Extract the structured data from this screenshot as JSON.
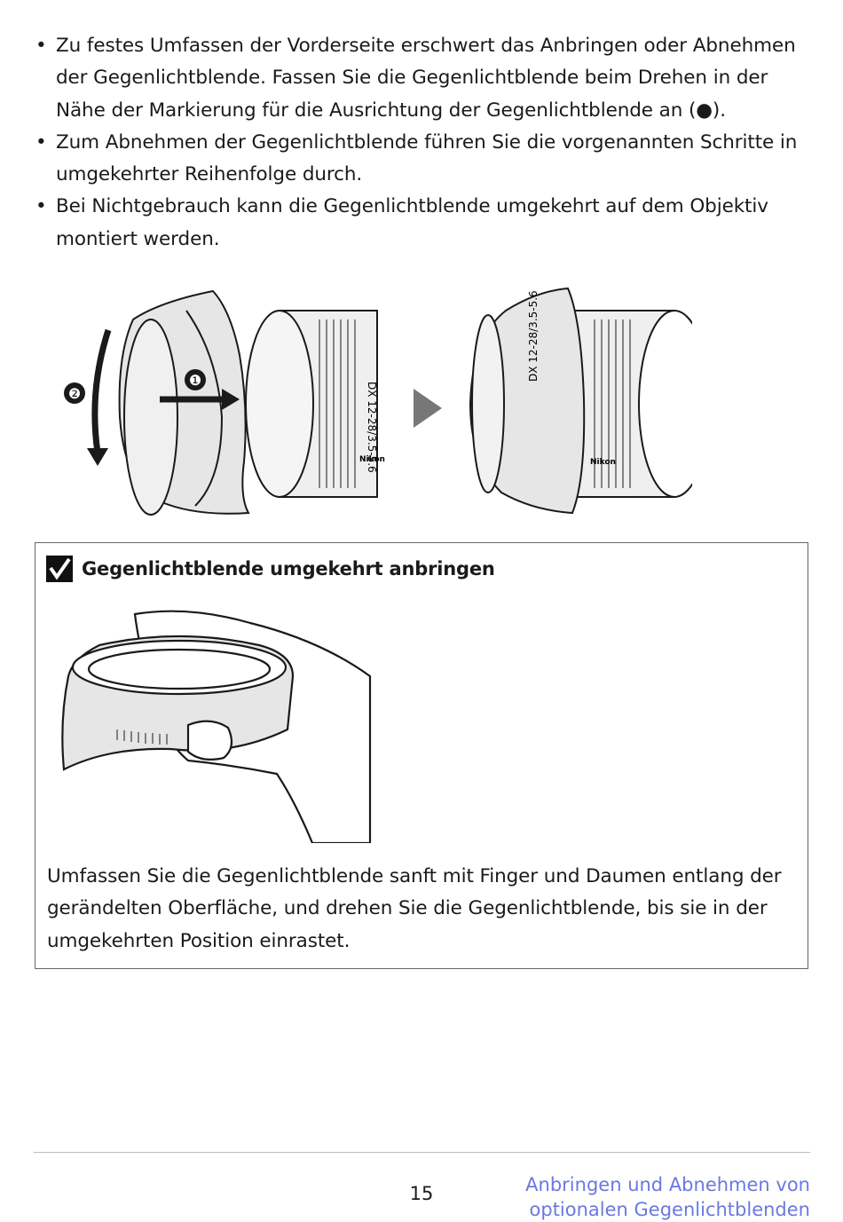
{
  "bullets": [
    "Zu festes Umfassen der Vorderseite erschwert das Anbringen oder Abnehmen der Gegenlichtblende. Fassen Sie die Gegenlichtblende beim Drehen in der Nähe der Markierung für die Ausrichtung der Gegenlichtblende an (●).",
    "Zum Abnehmen der Gegenlichtblende führen Sie die vorgenannten Schritte in umgekehrter Reihenfolge durch.",
    "Bei Nichtgebrauch kann die Gegenlichtblende umgekehrt auf dem Objektiv montiert werden."
  ],
  "figure1": {
    "step1": "❶",
    "step2": "❷",
    "lens_text": "DX 12-28/3.5-5.6",
    "brand": "Nikon"
  },
  "note": {
    "title": "Gegenlichtblende umgekehrt anbringen",
    "text": "Umfassen Sie die Gegenlichtblende sanft mit Finger und Daumen entlang der gerändelten Oberfläche, und drehen Sie die Gegenlichtblende, bis sie in der umgekehrten Position einrastet."
  },
  "page_number": "15",
  "footer": {
    "line1": "Anbringen und Abnehmen von",
    "line2": "optionalen Gegenlichtblenden"
  },
  "colors": {
    "footer": "#6b78e0",
    "lens_fill": "#e6e6e6",
    "line": "#1a1a1a"
  }
}
